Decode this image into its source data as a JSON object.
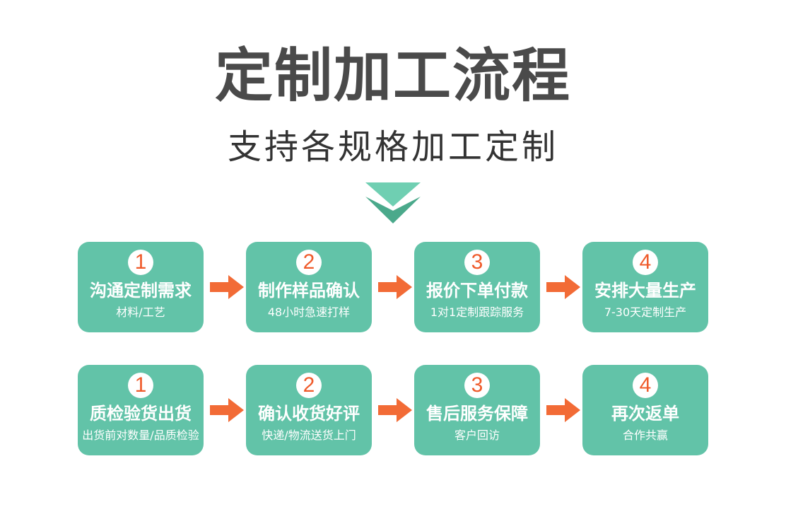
{
  "page": {
    "title": "定制加工流程",
    "subtitle": "支持各规格加工定制"
  },
  "colors": {
    "card_bg": "#62c3a8",
    "chevron_light": "#6fcfb2",
    "chevron_dark": "#4aa98b",
    "arrow": "#f26b36",
    "number": "#ef5a2a"
  },
  "rows": [
    {
      "cards": [
        {
          "number": "1",
          "title": "沟通定制需求",
          "sub": "材料/工艺"
        },
        {
          "number": "2",
          "title": "制作样品确认",
          "sub": "48小时急速打样"
        },
        {
          "number": "3",
          "title": "报价下单付款",
          "sub": "1对1定制跟踪服务"
        },
        {
          "number": "4",
          "title": "安排大量生产",
          "sub": "7-30天定制生产"
        }
      ]
    },
    {
      "cards": [
        {
          "number": "1",
          "title": "质检验货出货",
          "sub": "出货前对数量/品质检验"
        },
        {
          "number": "2",
          "title": "确认收货好评",
          "sub": "快递/物流送货上门"
        },
        {
          "number": "3",
          "title": "售后服务保障",
          "sub": "客户回访"
        },
        {
          "number": "4",
          "title": "再次返单",
          "sub": "合作共赢"
        }
      ]
    }
  ]
}
